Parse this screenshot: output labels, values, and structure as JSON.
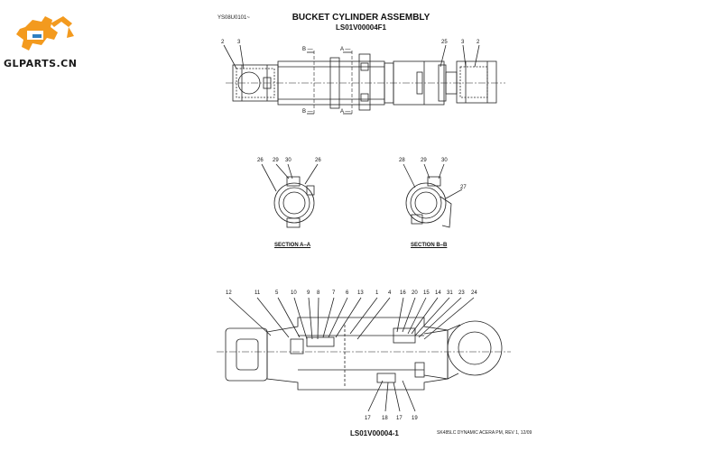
{
  "logo": {
    "text": "GLPARTS.CN",
    "colors": {
      "orange": "#f39a1e",
      "blue": "#2f7fc1"
    }
  },
  "header": {
    "doc_id": "YS08U0101~",
    "title": "BUCKET CYLINDER ASSEMBLY",
    "part_number": "LS01V00004F1"
  },
  "section_labels": {
    "a_a": "SECTION  A–A",
    "b_b": "SECTION  B–B"
  },
  "markers": {
    "a": "A",
    "b": "B"
  },
  "callouts": {
    "top": [
      "2",
      "3",
      "25",
      "3",
      "2"
    ],
    "section_a": [
      "26",
      "29",
      "30",
      "26"
    ],
    "section_b": [
      "28",
      "29",
      "30",
      "27"
    ],
    "bottom_top": [
      "12",
      "11",
      "5",
      "10",
      "9",
      "8",
      "7",
      "6",
      "13",
      "1",
      "4",
      "16",
      "20",
      "15",
      "14",
      "31",
      "23",
      "24"
    ],
    "bottom_low": [
      "17",
      "18",
      "17",
      "19"
    ]
  },
  "footer": {
    "part_number": "LS01V00004-1",
    "note": "SK485LC DYNAMIC ACERA PM, REV 1, 12/09"
  }
}
